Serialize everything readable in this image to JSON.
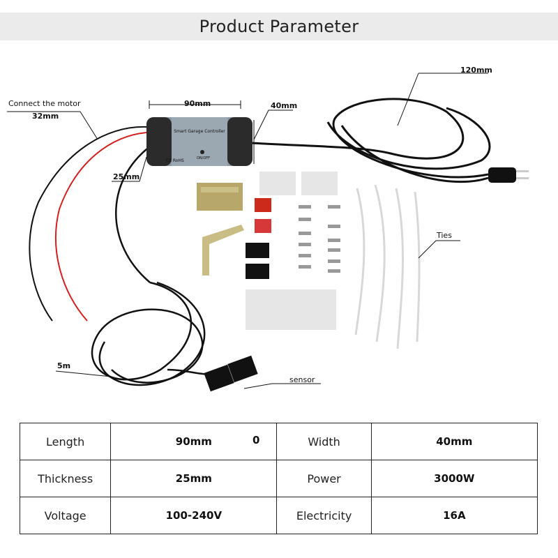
{
  "title": "Product Parameter",
  "labels": {
    "connect_motor": "Connect the motor",
    "w32": "32mm",
    "w90": "90mm",
    "w40": "40mm",
    "w25": "25mm",
    "w120": "120mm",
    "ties": "Ties",
    "cable5m": "5m",
    "sensor": "sensor",
    "device_name": "Smart Garage Controller",
    "device_ce": "CE RoHS",
    "device_on": "ON/OFF"
  },
  "table": {
    "rows": [
      {
        "k1": "Length",
        "v1": "90mm",
        "k2": "Width",
        "v2": "40mm"
      },
      {
        "k1": "Thickness",
        "v1": "25mm",
        "k2": "Power",
        "v2": "3000W"
      },
      {
        "k1": "Voltage",
        "v1": "100-240V",
        "k2": "Electricity",
        "v2": "16A"
      }
    ],
    "stray_mark": "0"
  },
  "colors": {
    "title_bg": "#ebebeb",
    "cable": "#111111",
    "red_wire": "#d42020",
    "device": "#8d9aa6"
  }
}
